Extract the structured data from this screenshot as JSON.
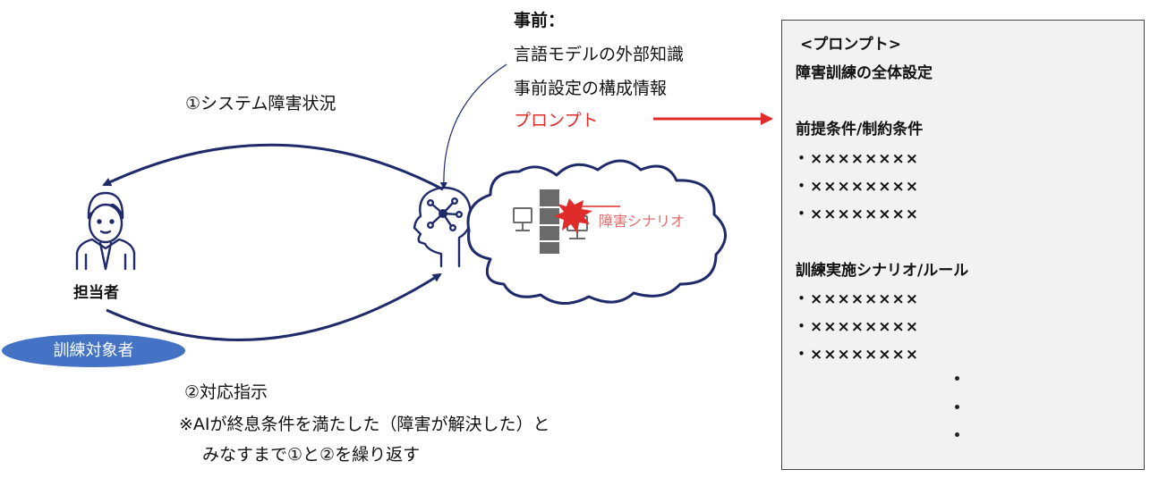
{
  "colors": {
    "navy": "#1f2a6b",
    "red": "#e02b2b",
    "pill_blue": "#4472c4",
    "box_fill": "#f2f2f2"
  },
  "icons": [
    "person-icon",
    "ai-head-icon",
    "cloud-icon",
    "server-icon",
    "firewall-icon",
    "explosion-icon"
  ],
  "person": {
    "label": "担当者",
    "role_badge": "訓練対象者"
  },
  "arrows": {
    "top_label": "①システム障害状況",
    "bottom_label": "②対応指示",
    "note_line1": "※AIが終息条件を満たした（障害が解決した）と",
    "note_line2": "みなすまで①と②を繰り返す"
  },
  "prior": {
    "title": "事前：",
    "items": [
      "言語モデルの外部知識",
      "事前設定の構成情報",
      "プロンプト"
    ]
  },
  "cloud": {
    "scenario_label": "障害シナリオ"
  },
  "prompt_box": {
    "title": "<プロンプト>",
    "overall": "障害訓練の全体設定",
    "section1": {
      "heading": "前提条件/制約条件",
      "items": [
        "・××××××××",
        "・××××××××",
        "・××××××××"
      ]
    },
    "section2": {
      "heading": "訓練実施シナリオ/ルール",
      "items": [
        "・××××××××",
        "・××××××××",
        "・××××××××"
      ]
    }
  }
}
